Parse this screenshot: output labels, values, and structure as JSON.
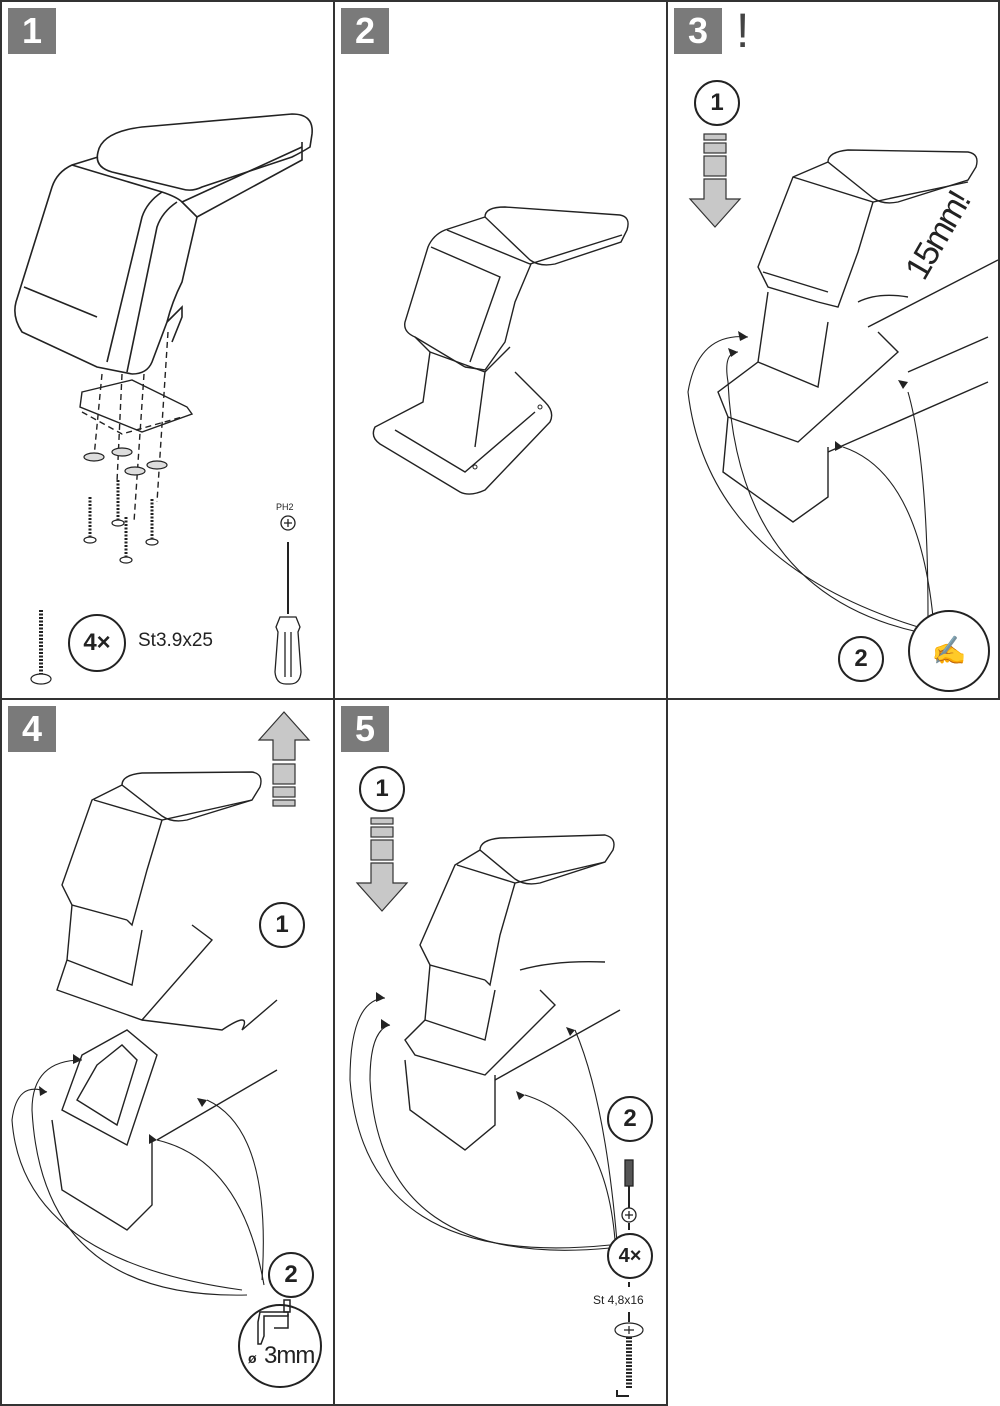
{
  "document": {
    "type": "installation-instructions",
    "subject": "armrest installation"
  },
  "steps": [
    {
      "number": "1",
      "screw_count": "4×",
      "screw_spec": "St3.9x25",
      "tool_bit": "PH2"
    },
    {
      "number": "2"
    },
    {
      "number": "3",
      "warning": "!",
      "substeps": [
        "1",
        "2"
      ],
      "dimension": "15mm!",
      "substep2_icon": "mark-with-pen-icon"
    },
    {
      "number": "4",
      "substeps": [
        "1",
        "2"
      ],
      "drill_diameter": "ø",
      "drill_size": "3mm"
    },
    {
      "number": "5",
      "substeps": [
        "1",
        "2"
      ],
      "screw_count": "4×",
      "screw_spec": "St 4,8x16"
    }
  ],
  "colors": {
    "badge": "#7a7a7a",
    "arrow_fill": "#c8c8c8",
    "line": "#222222",
    "border": "#333333"
  }
}
